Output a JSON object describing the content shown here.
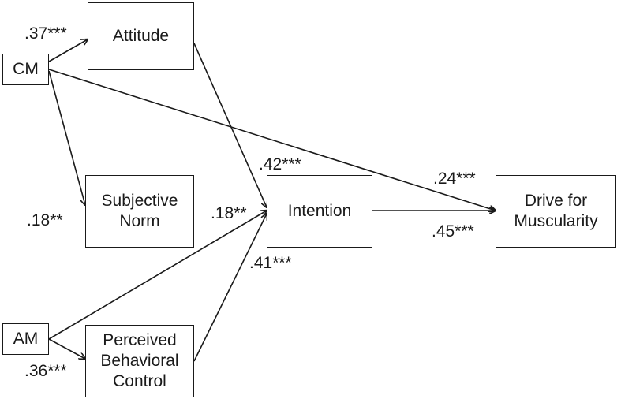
{
  "nodes": {
    "cm": {
      "label": "CM"
    },
    "am": {
      "label": "AM"
    },
    "attitude": {
      "label": "Attitude"
    },
    "subjective_norm": {
      "line1": "Subjective",
      "line2": "Norm"
    },
    "pbc": {
      "line1": "Perceived",
      "line2": "Behavioral",
      "line3": "Control"
    },
    "intention": {
      "label": "Intention"
    },
    "drive": {
      "line1": "Drive for",
      "line2": "Muscularity"
    }
  },
  "paths": {
    "cm_attitude": ".37***",
    "cm_subjective_norm": ".18**",
    "am_pbc": ".36***",
    "attitude_intention": ".42***",
    "subjective_norm_intention": ".18**",
    "pbc_intention": ".41***",
    "cm_drive": ".24***",
    "intention_drive": ".45***"
  },
  "colors": {
    "ink": "#1a1a1a",
    "background": "#ffffff"
  }
}
